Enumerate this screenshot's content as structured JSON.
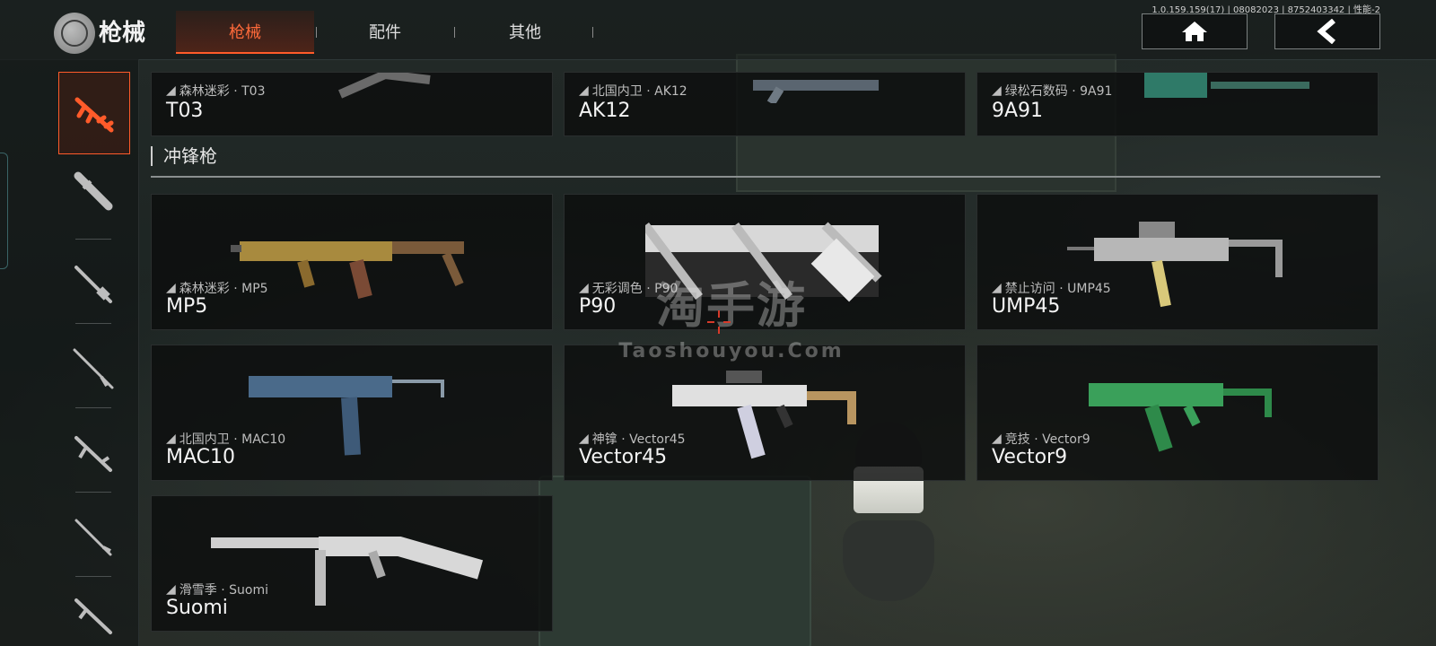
{
  "app": {
    "title": "枪械",
    "version": "1.0.159.159(17) | 08082023 | 8752403342 | 性能-2"
  },
  "tabs": [
    {
      "label": "枪械",
      "active": true
    },
    {
      "label": "配件",
      "active": false
    },
    {
      "label": "其他",
      "active": false
    }
  ],
  "nav": {
    "home_icon": "home-icon",
    "back_icon": "back-icon"
  },
  "sidebar": [
    {
      "icon": "assault-rifle-icon",
      "active": true
    },
    {
      "icon": "smg-icon"
    },
    {
      "icon": "lmg-icon"
    },
    {
      "icon": "sniper-rifle-icon"
    },
    {
      "icon": "ak-rifle-icon"
    },
    {
      "icon": "marksman-rifle-icon"
    },
    {
      "icon": "carbine-icon"
    }
  ],
  "top_row": [
    {
      "skin": "森林迷彩 · T03",
      "name": "T03"
    },
    {
      "skin": "北国内卫 · AK12",
      "name": "AK12"
    },
    {
      "skin": "绿松石数码 · 9A91",
      "name": "9A91"
    }
  ],
  "section": {
    "title": "冲锋枪"
  },
  "weapons": [
    {
      "skin": "森林迷彩 · MP5",
      "name": "MP5",
      "color": "#a88a3e"
    },
    {
      "skin": "无彩调色 · P90",
      "name": "P90",
      "color": "#d8d8d8"
    },
    {
      "skin": "禁止访问 · UMP45",
      "name": "UMP45",
      "color": "#b7b7b7"
    },
    {
      "skin": "北国内卫 · MAC10",
      "name": "MAC10",
      "color": "#4a6a8a"
    },
    {
      "skin": "神镎 · Vector45",
      "name": "Vector45",
      "color": "#e0e0e0"
    },
    {
      "skin": "竞技 · Vector9",
      "name": "Vector9",
      "color": "#3aa05a"
    },
    {
      "skin": "滑雪季 · Suomi",
      "name": "Suomi",
      "color": "#cfcfcf"
    }
  ],
  "watermark": {
    "text": "淘手游",
    "url": "Taoshouyou.Com"
  },
  "colors": {
    "accent": "#ff5b2a",
    "card_bg": "#0c0e0e"
  }
}
